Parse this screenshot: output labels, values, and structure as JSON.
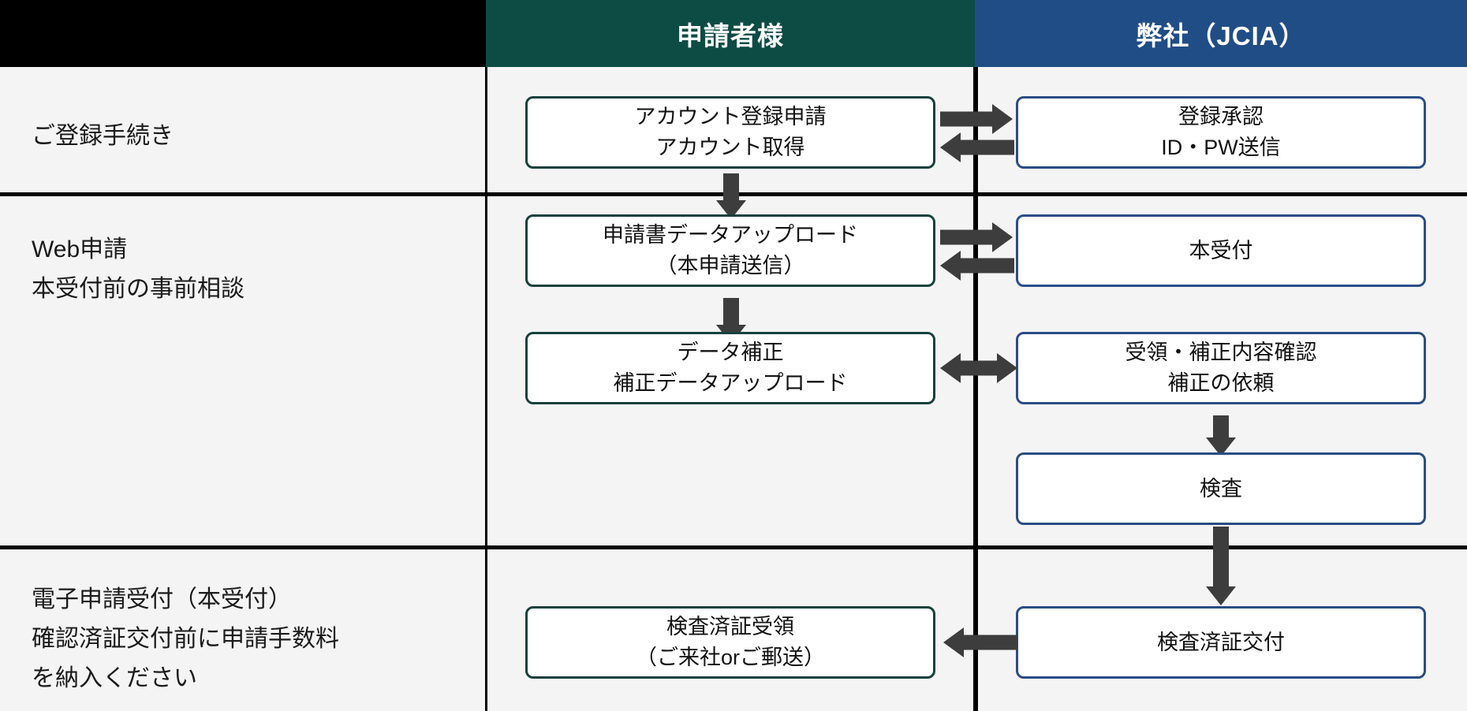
{
  "header": {
    "blank_label": "",
    "applicant_label": "申請者様",
    "company_label": "弊社（JCIA）",
    "applicant_color": "#0c4c44",
    "company_color": "#204d86"
  },
  "rows": [
    {
      "label": "ご登録手続き"
    },
    {
      "label": "Web申請\n本受付前の事前相談"
    },
    {
      "label": "電子申請受付（本受付）\n確認済証交付前に申請手数料\nを納入ください"
    }
  ],
  "boxes": {
    "account_request": "アカウント登録申請\nアカウント取得",
    "registration_approval": "登録承認\nID・PW送信",
    "application_upload": "申請書データアップロード\n（本申請送信）",
    "main_reception": "本受付",
    "data_correction": "データ補正\n補正データアップロード",
    "receipt_confirm": "受領・補正内容確認\n補正の依頼",
    "inspection": "検査",
    "certificate_receive": "検査済証受領\n（ご来社orご郵送）",
    "certificate_issue": "検査済証交付"
  },
  "arrows": {
    "r1_right": "arrow-right",
    "r1_left": "arrow-left",
    "r1_down": "arrow-down",
    "r2_right": "arrow-right",
    "r2_left": "arrow-left",
    "r2_down": "arrow-down",
    "r3_bidirectional": "arrow-left-right",
    "r3_down": "arrow-down",
    "r4_long_down": "arrow-down",
    "r5_left": "arrow-left"
  },
  "colors": {
    "background": "#f4f4f4",
    "grid_line": "#000000",
    "arrow": "#3d3d3d",
    "green_border": "#17413c",
    "blue_border": "#2a4d86",
    "box_fill": "#ffffff"
  }
}
